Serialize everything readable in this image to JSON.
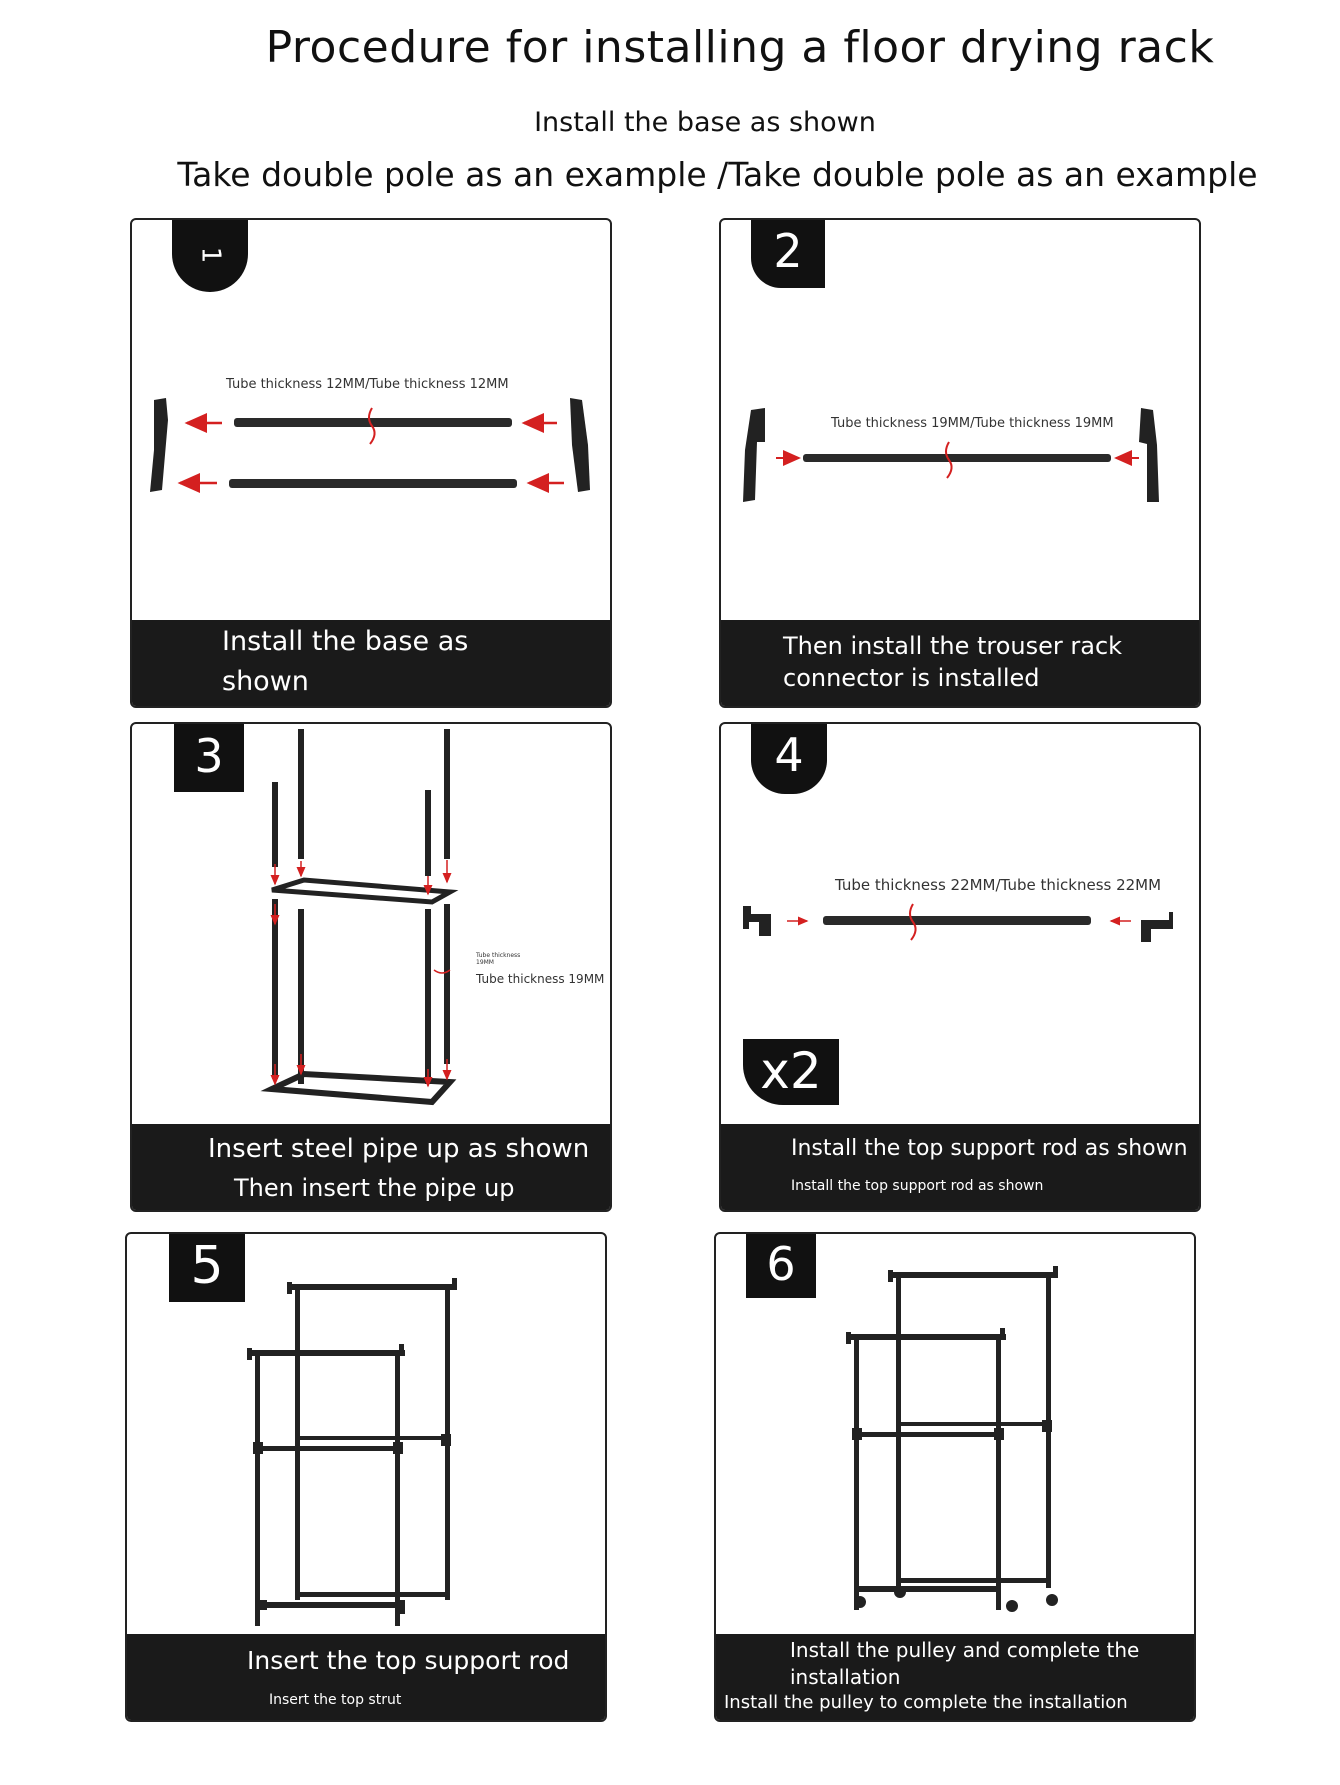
{
  "header": {
    "title": "Procedure for installing a floor drying rack",
    "subtitle": "Install the base as shown",
    "subtitle2": "Take double pole as an example /Take double pole as an example"
  },
  "steps": [
    {
      "number": "1",
      "label": "Tube thickness 12MM/Tube thickness 12MM",
      "caption_line1": "Install the base as",
      "caption_line2": "shown"
    },
    {
      "number": "2",
      "label": "Tube thickness 19MM/Tube thickness 19MM",
      "caption_line1": "Then install the trouser rack",
      "caption_line2": "connector is installed"
    },
    {
      "number": "3",
      "label": "Tube thickness 19MM",
      "label_small": "Tube thickness 19MM",
      "caption_line1": "Insert steel pipe up as shown",
      "caption_line2": "Then insert the pipe up"
    },
    {
      "number": "4",
      "label": "Tube thickness 22MM/Tube thickness 22MM",
      "multiplier": "x2",
      "caption_line1": "Install the top support rod as shown",
      "caption_line2": "Install the top support rod as shown"
    },
    {
      "number": "5",
      "caption_line1": "Insert the top support rod",
      "caption_line2": "Insert the top strut"
    },
    {
      "number": "6",
      "caption_line1": "Install the pulley and complete the",
      "caption_line2": "installation",
      "caption_line3": "Install the pulley to complete the installation"
    }
  ],
  "colors": {
    "caption_bg": "#1a1a1a",
    "arrow": "#d42020",
    "rod": "#222222"
  }
}
